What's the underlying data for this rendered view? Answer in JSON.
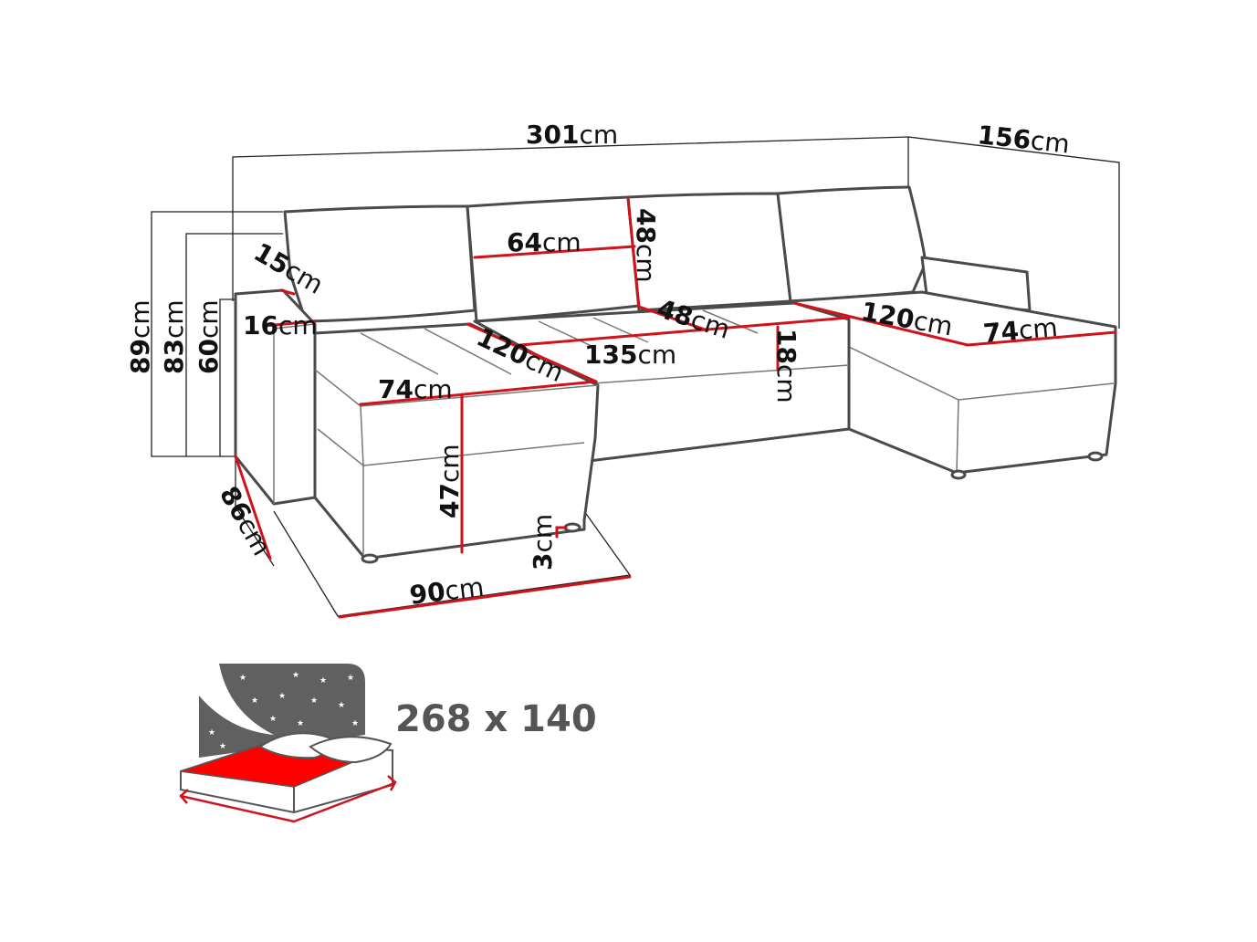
{
  "colors": {
    "dimension_line": "#d0131b",
    "outline": "#4a4a4a",
    "bed_sheet": "#ff0000",
    "night_sky": "#606060"
  },
  "unit": "cm",
  "dimensions": {
    "total_width": "301",
    "side_depth": "156",
    "total_height": "89",
    "backrest_height": "83",
    "armrest_height": "60",
    "armrest_top": "15",
    "armrest_width": "16",
    "cushion_width": "64",
    "cushion_height": "48",
    "seat_depth_middle": "48",
    "chaise_left_length": "120",
    "chaise_left_width": "74",
    "middle_seat_width": "135",
    "seat_thickness": "18",
    "chaise_right_length": "120",
    "chaise_right_width": "74",
    "seat_height": "47",
    "leg_height": "3",
    "armrest_depth": "86",
    "depth_base": "90"
  },
  "bed": {
    "size_label": "268 x 140",
    "icon": "sleeping-function-bed-icon"
  }
}
